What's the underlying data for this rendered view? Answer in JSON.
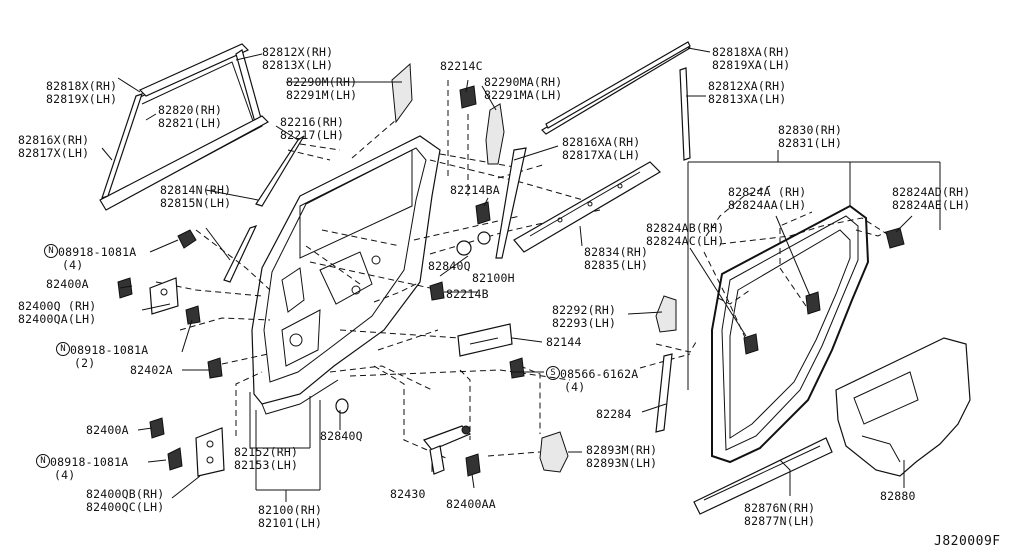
{
  "diagram_code": "J820009F",
  "labels": {
    "l82812X": [
      "82812X(RH)",
      "82813X(LH)"
    ],
    "l82818X": [
      "82818X(RH)",
      "82819X(LH)"
    ],
    "l82820": [
      "82820(RH)",
      "82821(LH)"
    ],
    "l82816X": [
      "82816X(RH)",
      "82817X(LH)"
    ],
    "l82290M": [
      "82290M(RH)",
      "82291M(LH)"
    ],
    "l82216": [
      "82216(RH)",
      "82217(LH)"
    ],
    "l82214C": [
      "82214C"
    ],
    "l82290MA": [
      "82290MA(RH)",
      "82291MA(LH)"
    ],
    "l82818XA": [
      "82818XA(RH)",
      "82819XA(LH)"
    ],
    "l82812XA": [
      "82812XA(RH)",
      "82813XA(LH)"
    ],
    "l82816XA": [
      "82816XA(RH)",
      "82817XA(LH)"
    ],
    "l82830": [
      "82830(RH)",
      "82831(LH)"
    ],
    "l82214BA": [
      "82214BA"
    ],
    "l82814N": [
      "82814N(RH)",
      "82815N(LH)"
    ],
    "l82824A": [
      "82824A (RH)",
      "82824AA(LH)"
    ],
    "l82824AD": [
      "82824AD(RH)",
      "82824AE(LH)"
    ],
    "l82824AB": [
      "82824AB(RH)",
      "82824AC(LH)"
    ],
    "l08918a": [
      "08918-1081A",
      "(4)"
    ],
    "l82400A_1": [
      "82400A"
    ],
    "l82840Q_1": [
      "82840Q"
    ],
    "l82100H": [
      "82100H"
    ],
    "l82834": [
      "82834(RH)",
      "82835(LH)"
    ],
    "l82214B": [
      "82214B"
    ],
    "l82400Q": [
      "82400Q (RH)",
      "82400QA(LH)"
    ],
    "l82292": [
      "82292(RH)",
      "82293(LH)"
    ],
    "l08918b": [
      "08918-1081A",
      "(2)"
    ],
    "l82144": [
      "82144"
    ],
    "l82402A": [
      "82402A"
    ],
    "l08566": [
      "08566-6162A",
      "(4)"
    ],
    "l82284": [
      "82284"
    ],
    "l82400A_2": [
      "82400A"
    ],
    "l82840Q_2": [
      "82840Q"
    ],
    "l82152": [
      "82152(RH)",
      "82153(LH)"
    ],
    "l82893M": [
      "82893M(RH)",
      "82893N(LH)"
    ],
    "l08918c": [
      "08918-1081A",
      "(4)"
    ],
    "l82430": [
      "82430"
    ],
    "l82880": [
      "82880"
    ],
    "l82400QB": [
      "82400QB(RH)",
      "82400QC(LH)"
    ],
    "l82400AA": [
      "82400AA"
    ],
    "l82876N": [
      "82876N(RH)",
      "82877N(LH)"
    ],
    "l82100": [
      "82100(RH)",
      "82101(LH)"
    ]
  },
  "symbols": {
    "nut": "N",
    "screw": "S"
  }
}
